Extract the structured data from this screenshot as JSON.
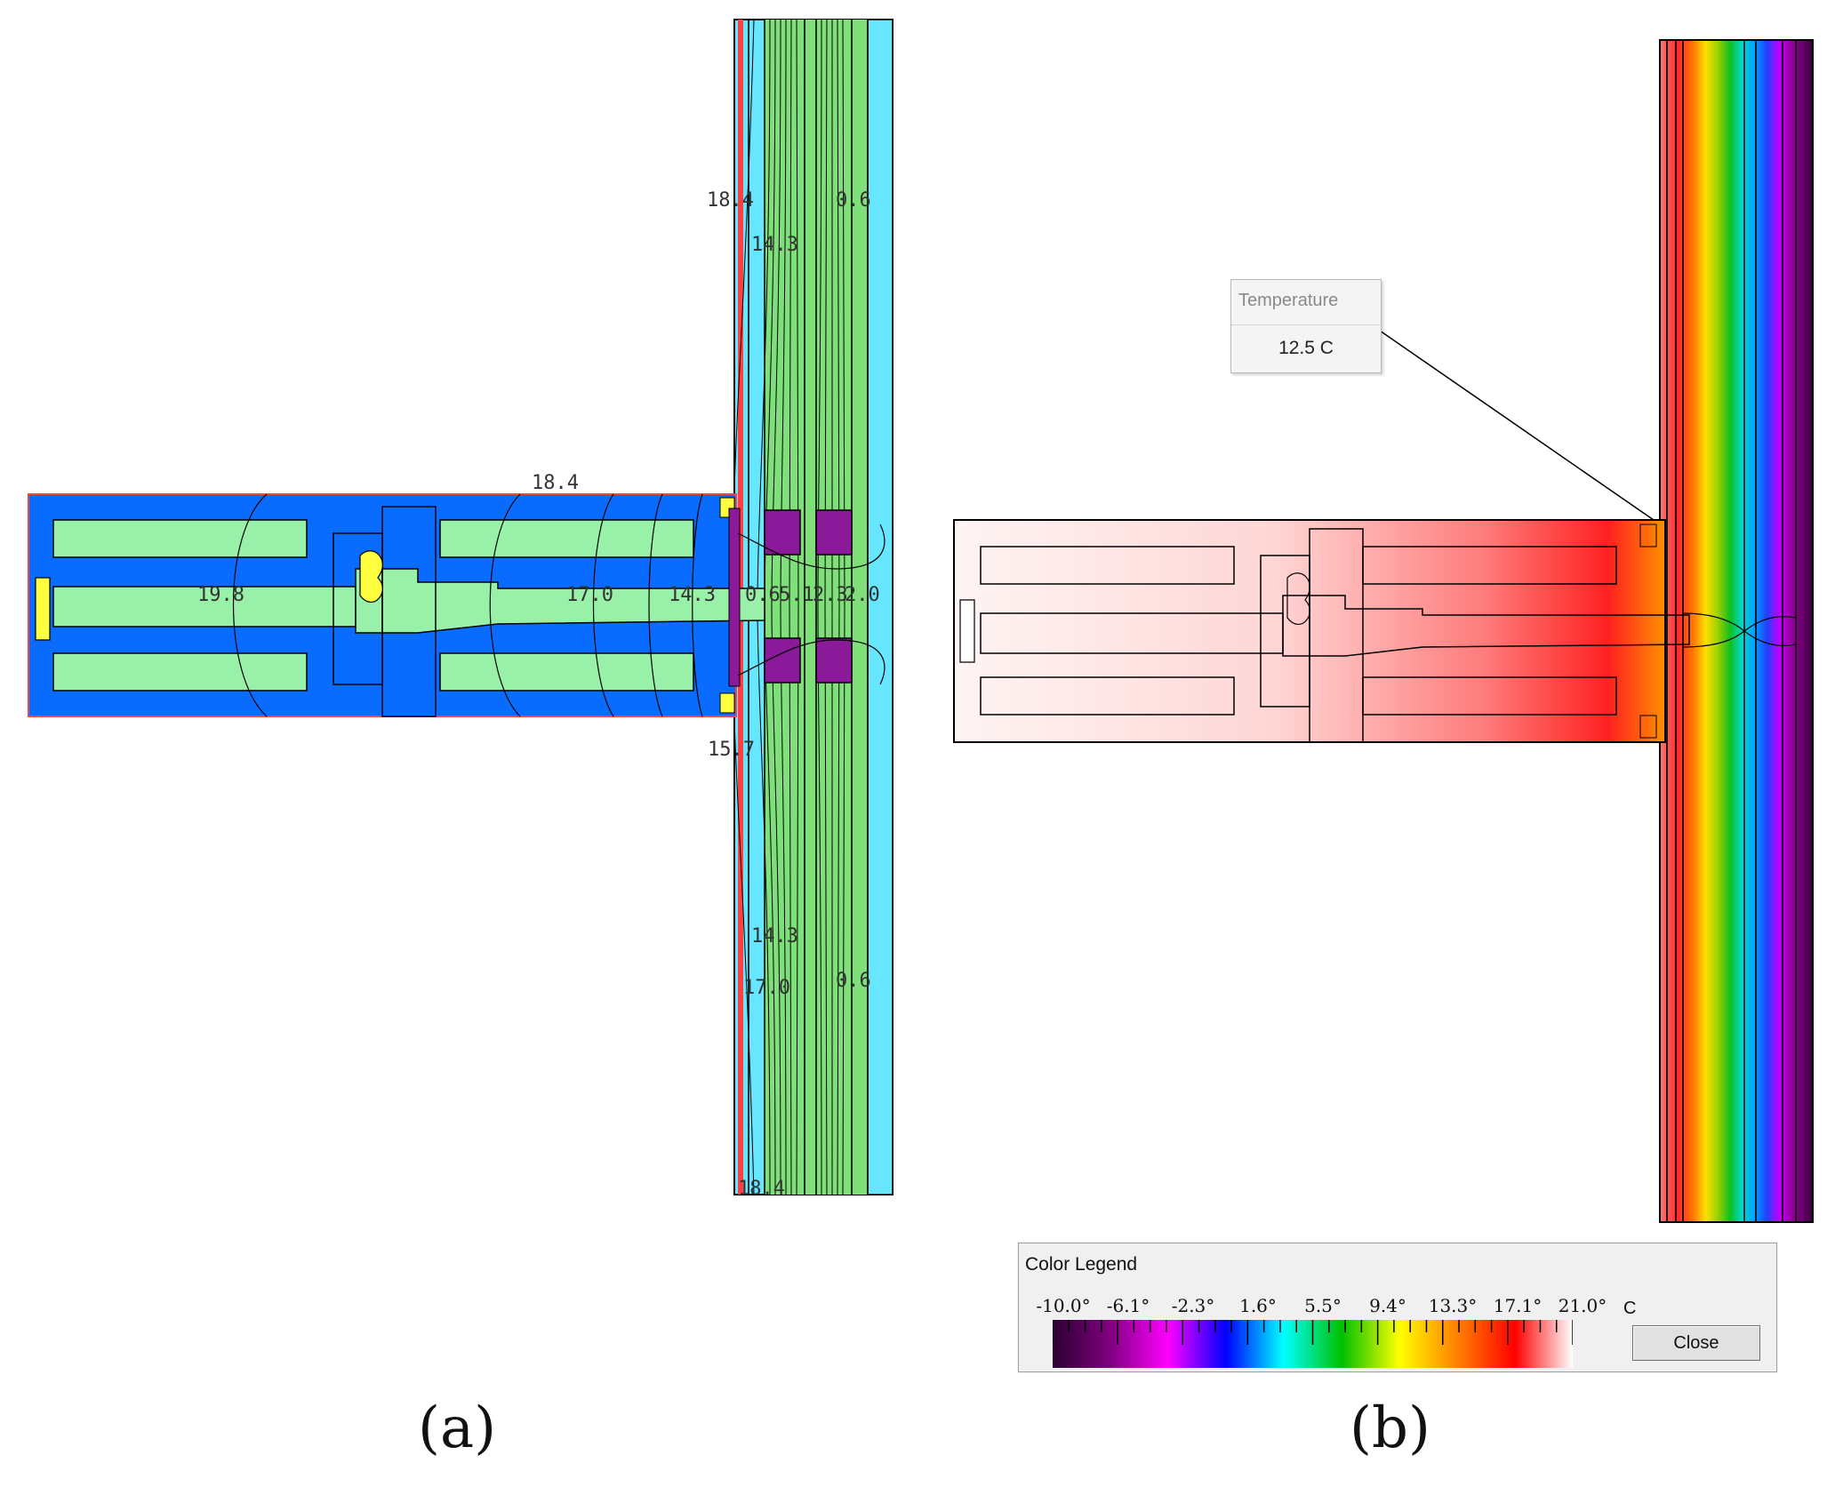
{
  "panel_a": {
    "isotherm_labels": [
      "18.4",
      "14.3",
      "0.6",
      "18.4",
      "19.8",
      "17.0",
      "14.3",
      "0.6",
      "5.1",
      "2.3",
      "2.0",
      "15.7",
      "14.3",
      "17.0",
      "0.6",
      "18.4"
    ],
    "caption": "(a)"
  },
  "panel_b": {
    "tooltip": {
      "title": "Temperature",
      "value": "12.5 C"
    },
    "color_legend": {
      "title": "Color Legend",
      "ticks": [
        "-10.0°",
        "-6.1°",
        "-2.3°",
        "1.6°",
        "5.5°",
        "9.4°",
        "13.3°",
        "17.1°",
        "21.0°"
      ],
      "unit": "C",
      "close_label": "Close",
      "gradient_colors": [
        "#2b0030",
        "#800080",
        "#ff00ff",
        "#0000ff",
        "#00ffff",
        "#00c000",
        "#ffff00",
        "#ff8000",
        "#ff0000",
        "#ffffff"
      ]
    },
    "caption": "(b)"
  }
}
